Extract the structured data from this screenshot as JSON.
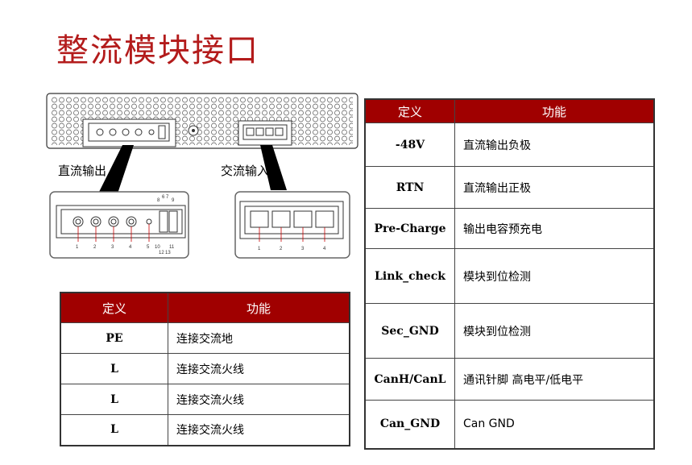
{
  "title": "整流模块接口",
  "labels": {
    "dc_output": "直流输出",
    "ac_input": "交流输入"
  },
  "dc_connector": {
    "pin_labels_bottom": [
      "1",
      "2",
      "3",
      "4",
      "5",
      "10",
      "11",
      "12",
      "13"
    ],
    "pin_labels_top": [
      "8",
      "6",
      "7",
      "9"
    ]
  },
  "ac_connector": {
    "pin_labels": [
      "1",
      "2",
      "3",
      "4"
    ]
  },
  "ac_table": {
    "headers": [
      "定义",
      "功能"
    ],
    "rows": [
      {
        "def": "PE",
        "func": "连接交流地"
      },
      {
        "def": "L",
        "func": "连接交流火线"
      },
      {
        "def": "L",
        "func": "连接交流火线"
      },
      {
        "def": "L",
        "func": "连接交流火线"
      }
    ]
  },
  "dc_table": {
    "headers": [
      "定义",
      "功能"
    ],
    "rows": [
      {
        "def": "-48V",
        "func": "直流输出负极"
      },
      {
        "def": "RTN",
        "func": "直流输出正极"
      },
      {
        "def": "Pre-Charge",
        "func": "输出电容预充电"
      },
      {
        "def": "Link_check",
        "func": "模块到位检测"
      },
      {
        "def": "Sec_GND",
        "func": "模块到位检测"
      },
      {
        "def": "CanH/CanL",
        "func": "通讯针脚  高电平/低电平"
      },
      {
        "def": "Can_GND",
        "func": "Can  GND"
      }
    ]
  },
  "colors": {
    "title": "#b31b1b",
    "header_bg": "#a00000",
    "header_text": "#ffffff"
  }
}
